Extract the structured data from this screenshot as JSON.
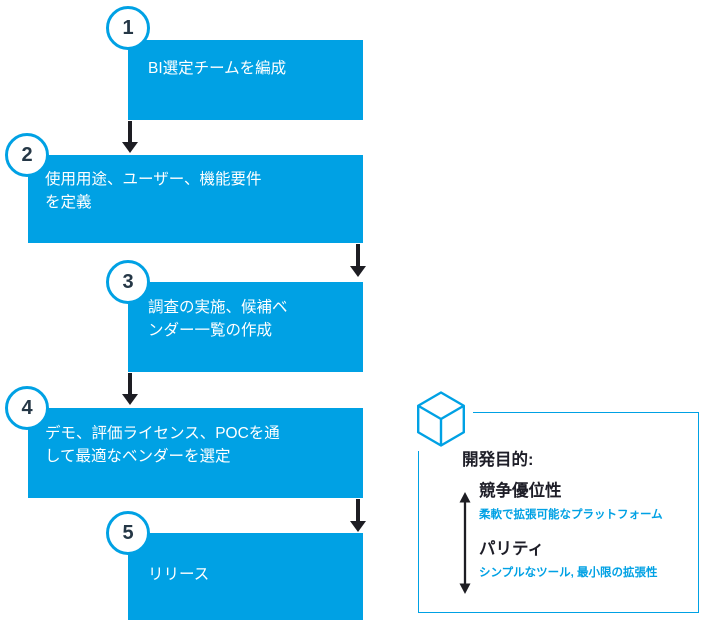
{
  "colors": {
    "brand_blue": "#00A1E4",
    "arrow_dark": "#1D1D23",
    "number_navy": "#253746"
  },
  "steps": [
    {
      "number": "1",
      "label": "BI選定チームを編成"
    },
    {
      "number": "2",
      "label": "使用用途、ユーザー、機能要件\nを定義"
    },
    {
      "number": "3",
      "label": "調査の実施、候補ベ\nンダー一覧の作成"
    },
    {
      "number": "4",
      "label": "デモ、評価ライセンス、POCを通\nして最適なベンダーを選定"
    },
    {
      "number": "5",
      "label": "リリース"
    }
  ],
  "panel": {
    "title": "開発目的:",
    "items": [
      {
        "heading": "競争優位性",
        "subtext": "柔軟で拡張可能なプラットフォーム"
      },
      {
        "heading": "パリティ",
        "subtext": "シンプルなツール, 最小限の拡張性"
      }
    ]
  }
}
